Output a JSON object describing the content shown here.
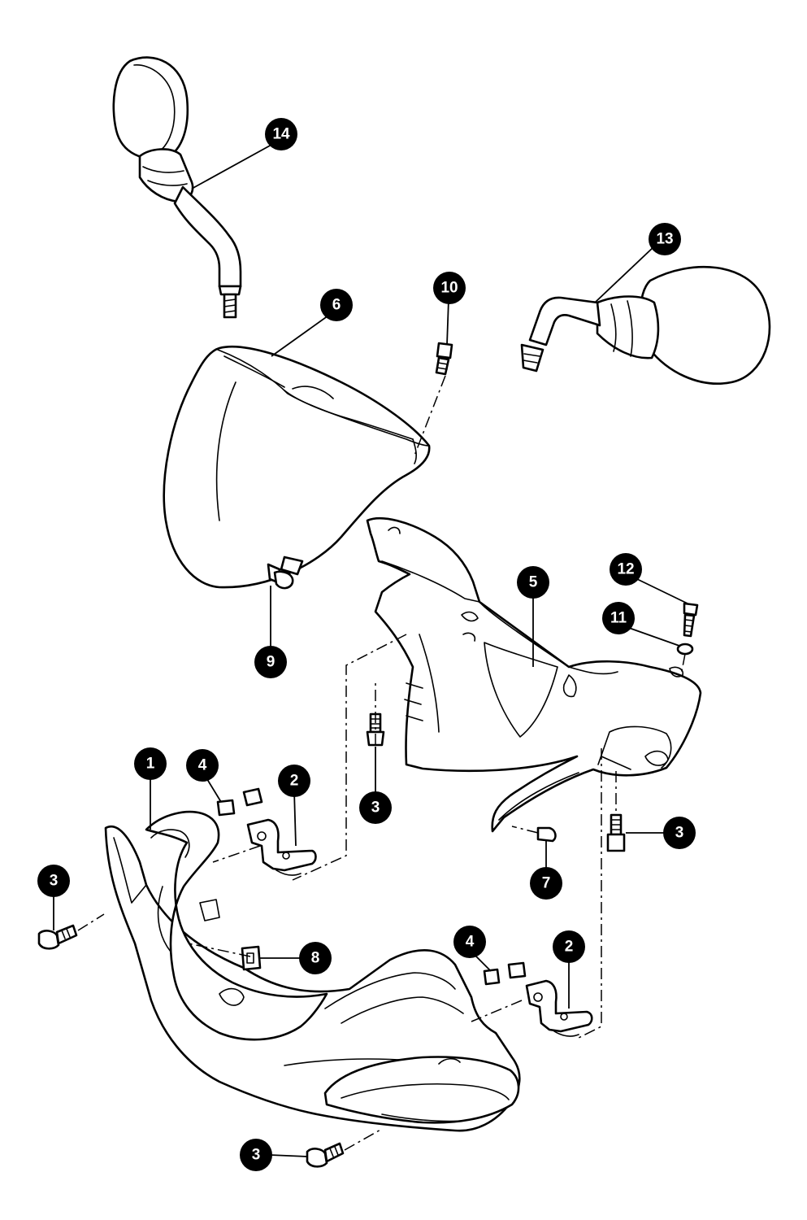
{
  "diagram": {
    "ink_color": "#000000",
    "paper_color": "#ffffff",
    "callouts": [
      {
        "id": "c14",
        "label": "14"
      },
      {
        "id": "c13",
        "label": "13"
      },
      {
        "id": "c10",
        "label": "10"
      },
      {
        "id": "c6",
        "label": "6"
      },
      {
        "id": "c12",
        "label": "12"
      },
      {
        "id": "c11",
        "label": "11"
      },
      {
        "id": "c5",
        "label": "5"
      },
      {
        "id": "c9",
        "label": "9"
      },
      {
        "id": "c3a",
        "label": "3"
      },
      {
        "id": "c3b",
        "label": "3"
      },
      {
        "id": "c1",
        "label": "1"
      },
      {
        "id": "c4a",
        "label": "4"
      },
      {
        "id": "c2a",
        "label": "2"
      },
      {
        "id": "c7",
        "label": "7"
      },
      {
        "id": "c3c",
        "label": "3"
      },
      {
        "id": "c8",
        "label": "8"
      },
      {
        "id": "c4b",
        "label": "4"
      },
      {
        "id": "c2b",
        "label": "2"
      },
      {
        "id": "c3d",
        "label": "3"
      }
    ]
  }
}
